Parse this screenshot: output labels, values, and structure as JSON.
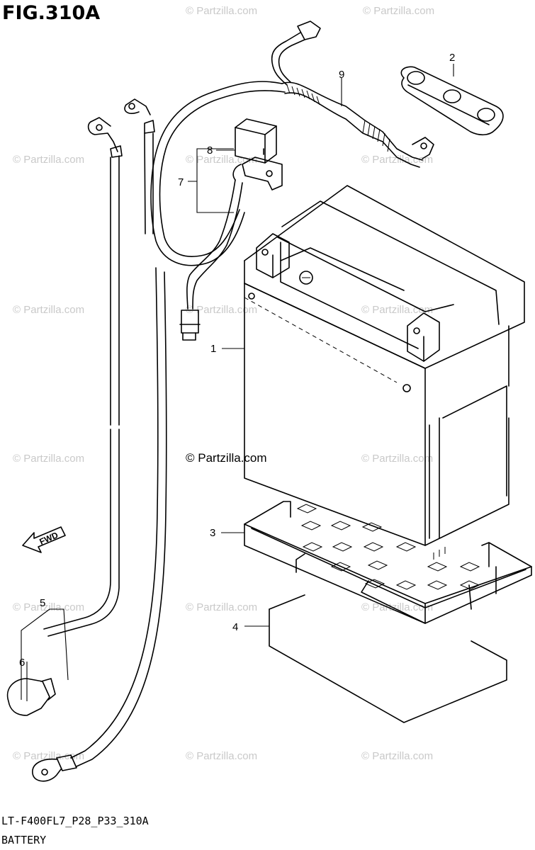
{
  "figure": {
    "title": "FIG.310A",
    "code": "LT-F400FL7_P28_P33_310A",
    "name": "BATTERY"
  },
  "callouts": [
    "1",
    "2",
    "3",
    "4",
    "5",
    "6",
    "7",
    "8",
    "9"
  ],
  "direction_label": "FWD",
  "watermark": "© Partzilla.com",
  "parts": [
    {
      "ref": "1",
      "part": "battery-icon"
    },
    {
      "ref": "2",
      "part": "terminal-cover-icon"
    },
    {
      "ref": "3",
      "part": "battery-tray-icon"
    },
    {
      "ref": "4",
      "part": "battery-pad-icon"
    },
    {
      "ref": "5",
      "part": "cable-lead-icon"
    },
    {
      "ref": "6",
      "part": "terminal-cap-icon"
    },
    {
      "ref": "7",
      "part": "harness-lead-icon"
    },
    {
      "ref": "8",
      "part": "relay-icon"
    },
    {
      "ref": "9",
      "part": "fuse-lead-icon"
    }
  ]
}
